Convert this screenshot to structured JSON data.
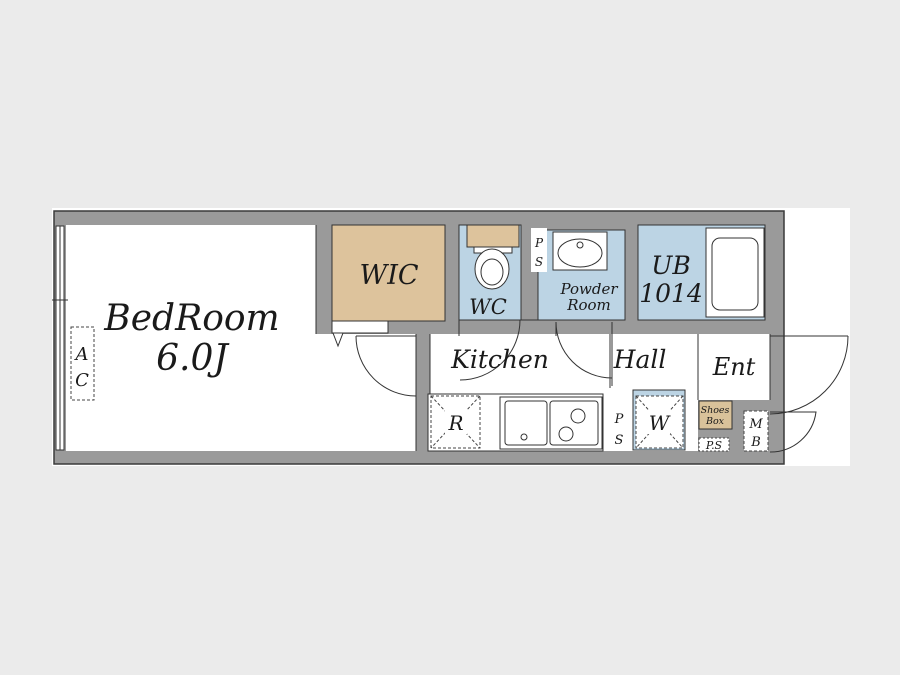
{
  "rooms": {
    "bedroom": {
      "name": "BedRoom",
      "size": "6.0J"
    },
    "wic": "WIC",
    "wc": "WC",
    "powder_room": {
      "line1": "Powder",
      "line2": "Room"
    },
    "ub": {
      "line1": "UB",
      "line2": "1014"
    },
    "kitchen": "Kitchen",
    "hall": "Hall",
    "entrance": "Ent"
  },
  "fixtures": {
    "ac": {
      "line1": "A",
      "line2": "C"
    },
    "refrigerator": "R",
    "washer": "W",
    "ps_upper": {
      "line1": "P",
      "line2": "S"
    },
    "ps_lower": {
      "line1": "P",
      "line2": "S"
    },
    "ps_entrance": "P.S",
    "shoes_box": {
      "line1": "Shoes",
      "line2": "Box"
    },
    "meter_box": {
      "line1": "M",
      "line2": "B"
    }
  },
  "colors": {
    "page_background": "#ebebeb",
    "wall": "#9a9a9a",
    "wall_outline": "#3a3a3a",
    "floor": "#ffffff",
    "wic_fill": "#ddc39c",
    "wet_area_fill": "#bcd4e4",
    "shoes_box_fill": "#d9c29a",
    "line": "#333333"
  }
}
